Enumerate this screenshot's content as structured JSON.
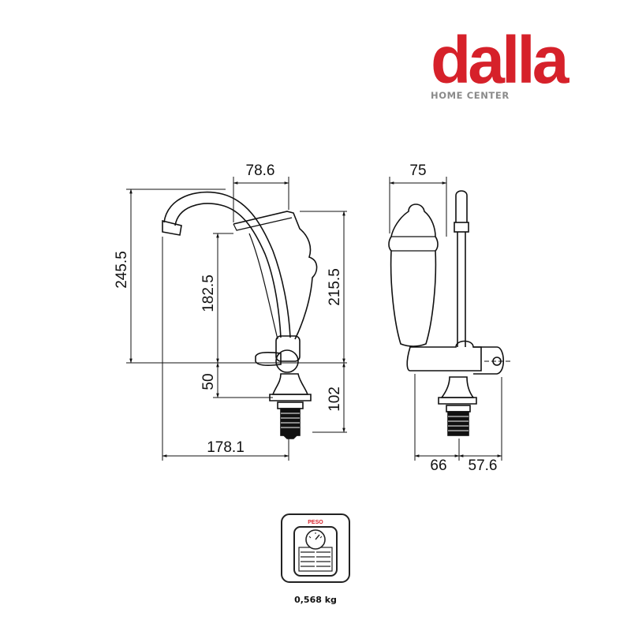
{
  "brand": {
    "name": "dalla",
    "subtitle": "HOME CENTER",
    "color": "#d6212a"
  },
  "dimensions": {
    "front_view": {
      "spout_offset": "78.6",
      "total_height": "245.5",
      "spout_height": "182.5",
      "body_height": "215.5",
      "lever_height": "50",
      "thread_length": "102",
      "reach": "178.1"
    },
    "side_view": {
      "width": "75",
      "depth_front": "66",
      "depth_back": "57.6"
    }
  },
  "weight": {
    "badge_text": "PESO",
    "value": "0,568 kg",
    "icon": "scale-icon"
  }
}
